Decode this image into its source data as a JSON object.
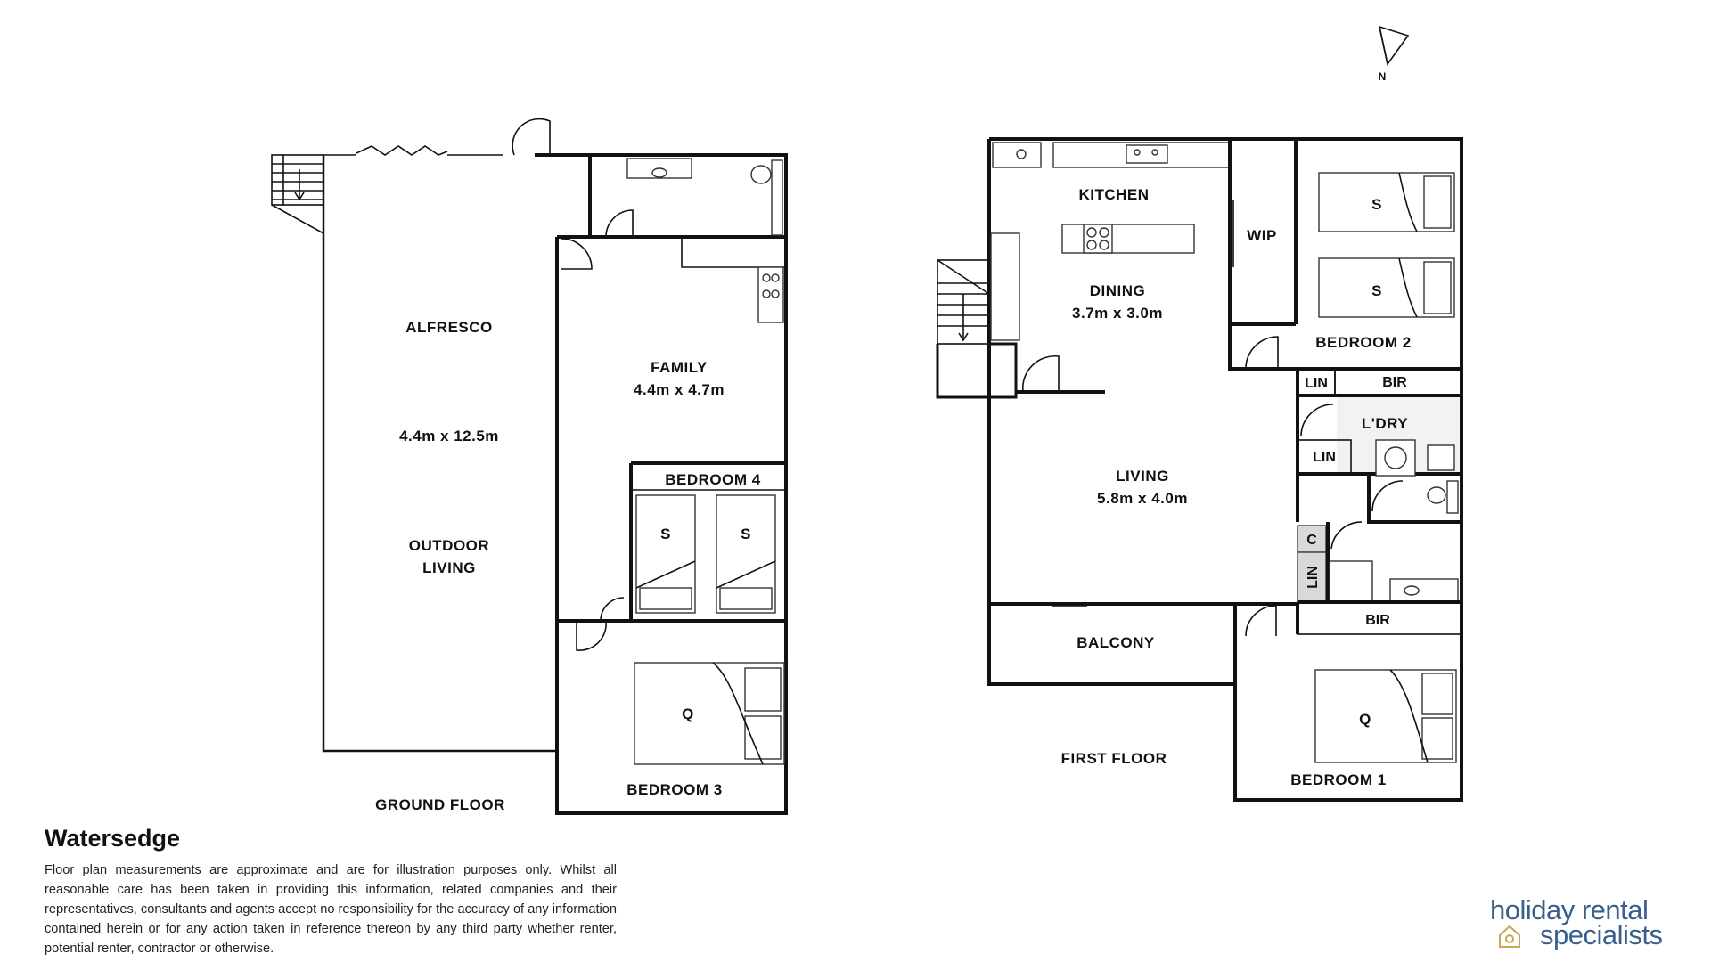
{
  "property": {
    "name": "Watersedge",
    "disclaimer": "Floor plan measurements are approximate and are for illustration purposes only. Whilst all reasonable care has been taken in providing this information, related companies and their representatives, consultants and agents accept no responsibility for the accuracy of any information contained herein or for any action taken in reference thereon by any third party whether renter, potential renter, contractor or otherwise."
  },
  "brand": {
    "line1": "holiday rental",
    "line2": "specialists",
    "accent": "#3a5f8c",
    "logo_mark": "house-key-icon"
  },
  "compass": {
    "label": "N",
    "icon": "north-arrow-icon"
  },
  "ground_floor": {
    "label": "GROUND FLOOR",
    "alfresco": {
      "name": "ALFRESCO",
      "size": "4.4m x 12.5m",
      "sub1": "OUTDOOR",
      "sub2": "LIVING"
    },
    "family": {
      "name": "FAMILY",
      "size": "4.4m x 4.7m"
    },
    "bedroom4": {
      "name": "BEDROOM 4",
      "bed1": "S",
      "bed2": "S"
    },
    "bedroom3": {
      "name": "BEDROOM 3",
      "bed": "Q"
    }
  },
  "first_floor": {
    "label": "FIRST FLOOR",
    "kitchen": "KITCHEN",
    "dining": {
      "name": "DINING",
      "size": "3.7m x 3.0m"
    },
    "wip": "WIP",
    "bedroom2": {
      "name": "BEDROOM 2",
      "bed1": "S",
      "bed2": "S"
    },
    "lin_a": "LIN",
    "bir_a": "BIR",
    "laundry": "L'DRY",
    "lin_b": "LIN",
    "living": {
      "name": "LIVING",
      "size": "5.8m x 4.0m"
    },
    "cupboard": "C",
    "lin_c": "LIN",
    "bir_b": "BIR",
    "balcony": "BALCONY",
    "bedroom1": {
      "name": "BEDROOM 1",
      "bed": "Q"
    }
  }
}
